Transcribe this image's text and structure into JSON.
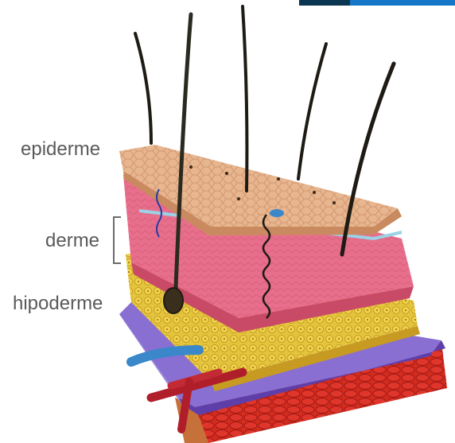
{
  "labels": {
    "epidermis": "epiderme",
    "dermis": "derme",
    "hypodermis": "hipoderme"
  },
  "colors": {
    "label_text": "#5a5a5a",
    "epidermis": "#e7b58e",
    "dermis": "#e76f8c",
    "fat": "#e3c43c",
    "fascia": "#7a5cc7",
    "muscle": "#d32b1e",
    "artery": "#b01e2a",
    "vein": "#3a87c9",
    "hair": "#1e1a14",
    "accent_bar": "#1476c6"
  }
}
